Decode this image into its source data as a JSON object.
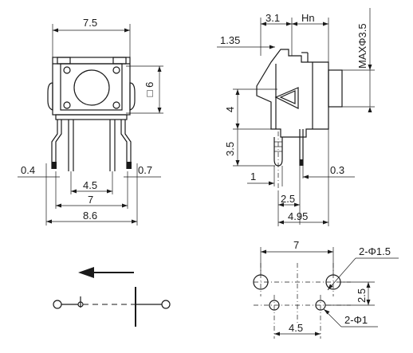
{
  "front_view": {
    "width_top": "7.5",
    "square_size": "□ 6",
    "lead_left_offset": "0.4",
    "lead_right_offset": "0.7",
    "inner_pitch": "4.5",
    "lead_pitch": "7",
    "overall_width": "8.6"
  },
  "side_view": {
    "top_dim": "3.1",
    "plunger_height": "Hn",
    "max_diameter": "MAXΦ3.5",
    "left_offset": "1.35",
    "body_height": "4",
    "pin_length": "3.5",
    "pin_width": "1",
    "pin_spacing": "2.5",
    "base_depth": "4.95",
    "pin_thickness": "0.3"
  },
  "pcb_layout": {
    "hole_pitch_large": "7",
    "large_hole_label": "2-Φ1.5",
    "row_spacing": "2.5",
    "hole_pitch_small": "4.5",
    "small_hole_label": "2-Φ1"
  },
  "colors": {
    "line": "#1a1a1a",
    "background": "#ffffff"
  }
}
